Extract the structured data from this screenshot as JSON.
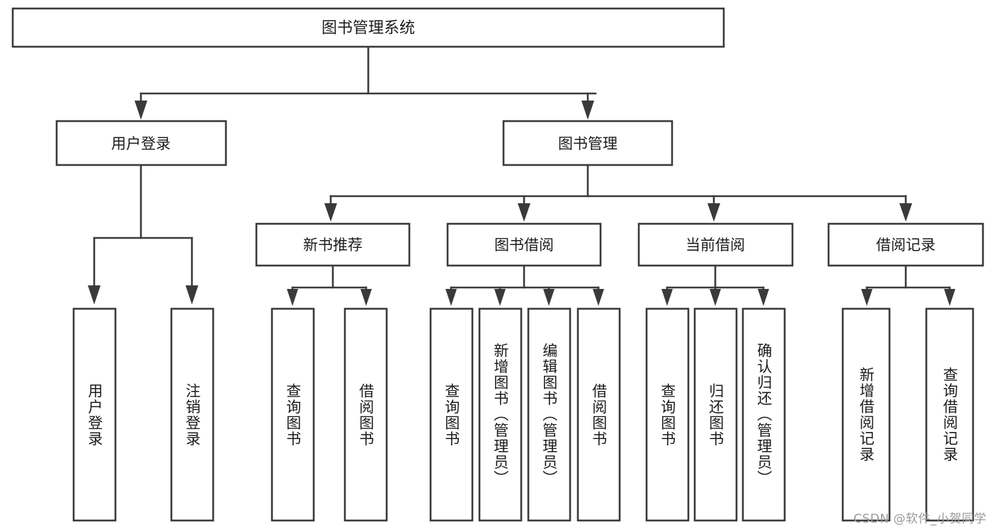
{
  "diagram": {
    "type": "tree-hierarchy-chart",
    "root": {
      "id": "system",
      "label": "图书管理系统"
    },
    "level2": [
      {
        "id": "user-login",
        "label": "用户登录"
      },
      {
        "id": "book-manage",
        "label": "图书管理"
      }
    ],
    "level3": [
      {
        "id": "new-book-rec",
        "label": "新书推荐"
      },
      {
        "id": "book-borrow",
        "label": "图书借阅"
      },
      {
        "id": "current-borrow",
        "label": "当前借阅"
      },
      {
        "id": "borrow-record",
        "label": "借阅记录"
      }
    ],
    "leaves": [
      {
        "id": "leaf-user-login",
        "label": "用户登录",
        "parent": "user-login"
      },
      {
        "id": "leaf-user-logout",
        "label": "注销登录",
        "parent": "user-login"
      },
      {
        "id": "leaf-query-book-1",
        "label": "查询图书",
        "parent": "new-book-rec"
      },
      {
        "id": "leaf-borrow-book-1",
        "label": "借阅图书",
        "parent": "new-book-rec"
      },
      {
        "id": "leaf-query-book-2",
        "label": "查询图书",
        "parent": "book-borrow"
      },
      {
        "id": "leaf-add-book",
        "label": "新增图书（管理员）",
        "parent": "book-borrow"
      },
      {
        "id": "leaf-edit-book",
        "label": "编辑图书（管理员）",
        "parent": "book-borrow"
      },
      {
        "id": "leaf-borrow-book-2",
        "label": "借阅图书",
        "parent": "book-borrow"
      },
      {
        "id": "leaf-query-book-3",
        "label": "查询图书",
        "parent": "current-borrow"
      },
      {
        "id": "leaf-return-book",
        "label": "归还图书",
        "parent": "current-borrow"
      },
      {
        "id": "leaf-confirm-return",
        "label": "确认归还（管理员）",
        "parent": "current-borrow"
      },
      {
        "id": "leaf-add-record",
        "label": "新增借阅记录",
        "parent": "borrow-record"
      },
      {
        "id": "leaf-query-record",
        "label": "查询借阅记录",
        "parent": "borrow-record"
      }
    ],
    "colors": {
      "box_stroke": "#3a3a3a",
      "box_fill": "#ffffff",
      "text": "#1c1c1c",
      "background": "#ffffff",
      "watermark": "#9a9a9a"
    }
  },
  "watermark": {
    "text": "CSDN @软件_小贺同学"
  }
}
